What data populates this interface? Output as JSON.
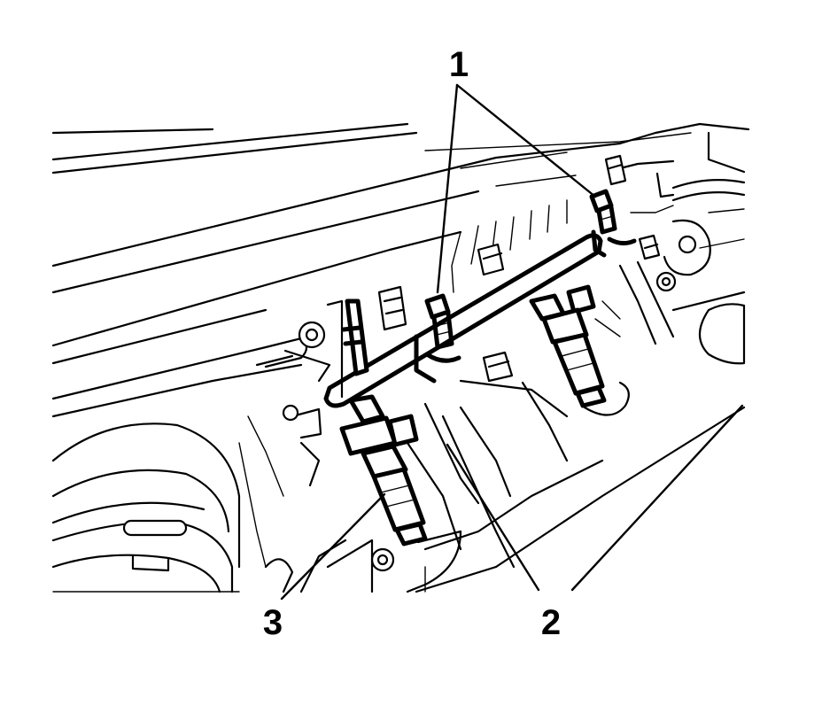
{
  "callouts": {
    "one": "1",
    "two": "2",
    "three": "3"
  },
  "colors": {
    "ink": "#000000",
    "paper": "#ffffff"
  }
}
